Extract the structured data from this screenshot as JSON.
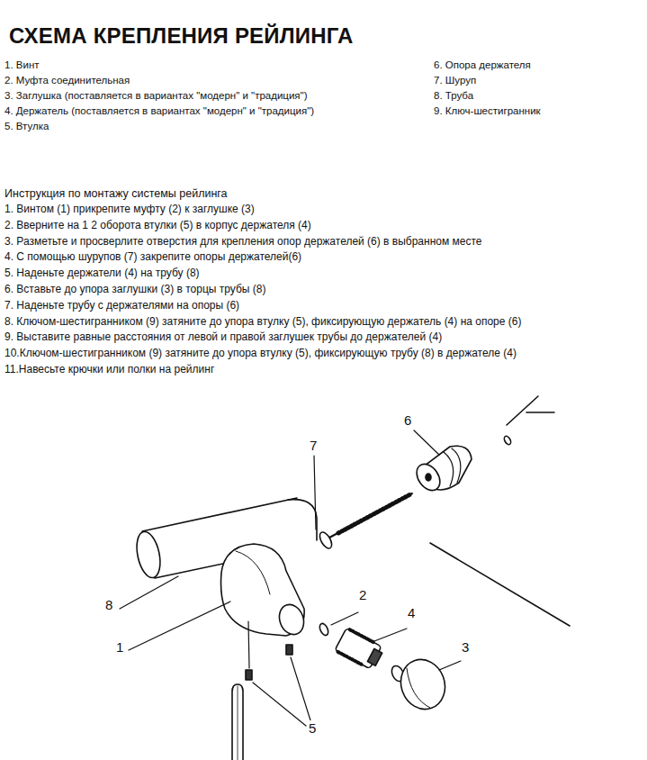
{
  "diagram": {
    "title": "СХЕМА КРЕПЛЕНИЯ РЕЙЛИНГА",
    "labels": [
      "1. Винт",
      "2. Муфта соединительная",
      "3. Заглушка (поставляется в вариантах \"модерн\" и \"традиция\")",
      "4. Держатель (поставляется в вариантах \"модерн\" и \"традиция\")",
      "5. Втулка",
      "6. Опора держателя",
      "7. Шуруп",
      "8. Труба",
      "9. Ключ-шестигранник",
      "Инструкция по монтажу системы рейлинга",
      "1. Винтом (1) прикрепите муфту (2) к заглушке (3)",
      "2. Вверните на 1 2 оборота втулки (5) в корпус держателя (4)",
      "3. Разметьте и просверлите отверстия для крепления опор держателей (6) в выбранном месте",
      "4. С помощью шурупов (7) закрепите опоры держателей(6)",
      "5. Наденьте держатели (4) на трубу (8)",
      "6. Вставьте до упора заглушки (3) в торцы трубы (8)",
      "7. Наденьте трубу с держателями на опоры (6)",
      "8. Ключом-шестигранником (9) затяните до упора втулку (5), фиксирующую держатель (4) на опоре (6)",
      "9. Выставите равные расстояния от левой и правой заглушек трубы до держателей (4)",
      "10.Ключом-шестигранником (9) затяните до упора втулку (5), фиксирующую трубу (8) в держателе (4)",
      "11.Навесьте крючки или полки на рейлинг",
      "7",
      "6",
      "8",
      "1",
      "2",
      "4",
      "3",
      "5"
    ]
  }
}
